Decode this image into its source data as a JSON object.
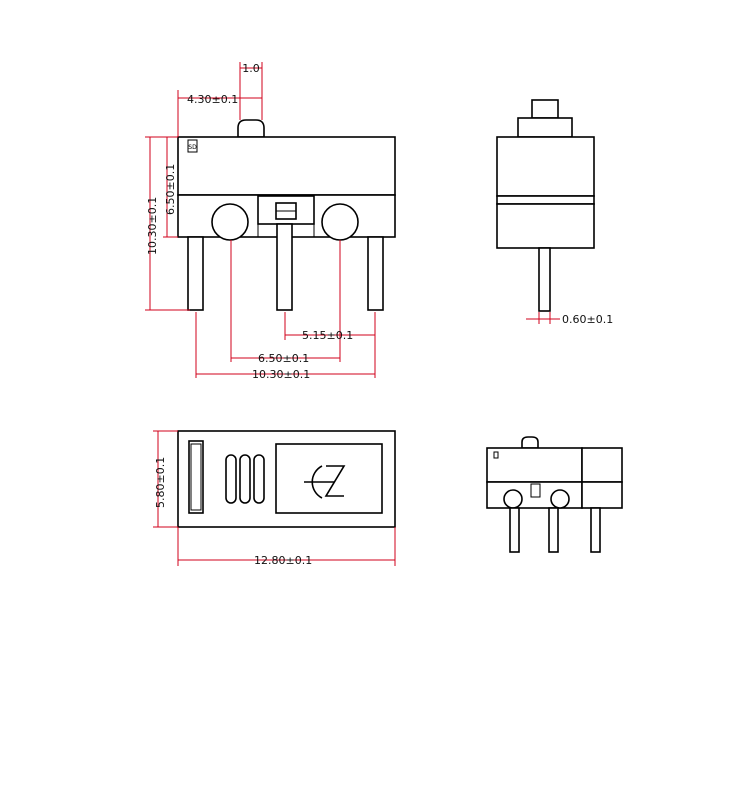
{
  "colors": {
    "outline": "#000000",
    "dimension": "#d0021b",
    "background": "#ffffff"
  },
  "front_view": {
    "dim_actuator_width": "1.0",
    "dim_actuator_offset": "4.30±0.1",
    "dim_total_height": "10.30±0.1",
    "dim_body_height": "6.50±0.1",
    "dim_pin_pitch_small": "5.15±0.1",
    "dim_pin_pitch_mid": "6.50±0.1",
    "dim_pin_span": "10.30±0.1",
    "body_mark": "SD"
  },
  "side_view": {
    "dim_pin_thickness": "0.60±0.1"
  },
  "top_view": {
    "dim_width": "5.80±0.1",
    "dim_length": "12.80±0.1"
  },
  "icons": [
    "polarity-symbol-icon",
    "slot-marks-icon"
  ]
}
